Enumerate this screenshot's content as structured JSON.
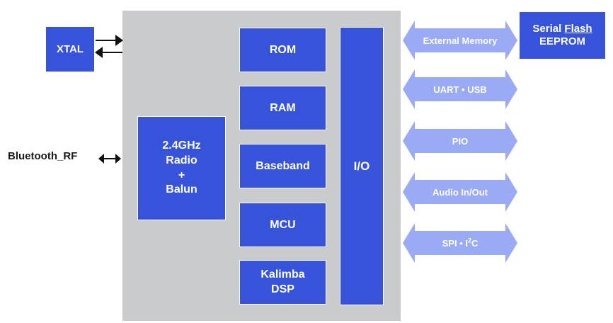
{
  "chip": {
    "xtal": "XTAL",
    "radio": "2.4GHz\nRadio\n+\nBalun",
    "rom": "ROM",
    "ram": "RAM",
    "baseband": "Baseband",
    "mcu": "MCU",
    "dsp": "Kalimba\nDSP",
    "io": "I/O"
  },
  "external": {
    "bluetooth_rf": "Bluetooth_RF",
    "flash_line1_a": "Serial ",
    "flash_line1_b": "Flash",
    "flash_line2": "EEPROM"
  },
  "interfaces": {
    "ext_memory": "External Memory",
    "uart_usb": "UART • USB",
    "pio": "PIO",
    "audio": "Audio In/Out",
    "spi_prefix": "SPI • I",
    "spi_sup": "2",
    "spi_suffix": "C"
  },
  "colors": {
    "block_blue": "#3753d9",
    "arrow_blue": "#9aaaf5",
    "chip_gray": "#c9cbcc"
  }
}
